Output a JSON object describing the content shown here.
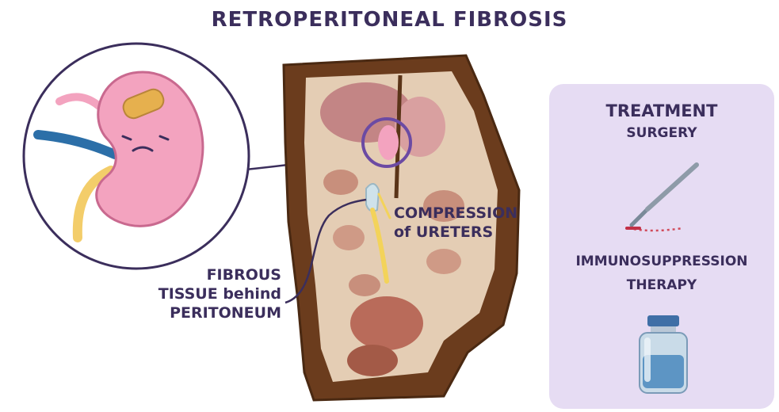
{
  "title": "RETROPERITONEAL FIBROSIS",
  "labels": {
    "fibrous_line1": "FIBROUS",
    "fibrous_line2": "TISSUE behind",
    "fibrous_line3": "PERITONEUM",
    "compression_line1": "COMPRESSION",
    "compression_line2": "of URETERS"
  },
  "treatment": {
    "heading": "TREATMENT",
    "option1": "SURGERY",
    "option2_line1": "IMMUNOSUPPRESSION",
    "option2_line2": "THERAPY"
  },
  "icons": [
    "kidney-icon",
    "scalpel-icon",
    "medicine-vial-icon"
  ],
  "colors": {
    "title_text": "#3b2e5c",
    "treatment_panel": "#e6dcf3",
    "kidney": "#f3a3bf",
    "cross_section_border": "#5a3418",
    "fibrous_tissue": "#e8d870"
  }
}
